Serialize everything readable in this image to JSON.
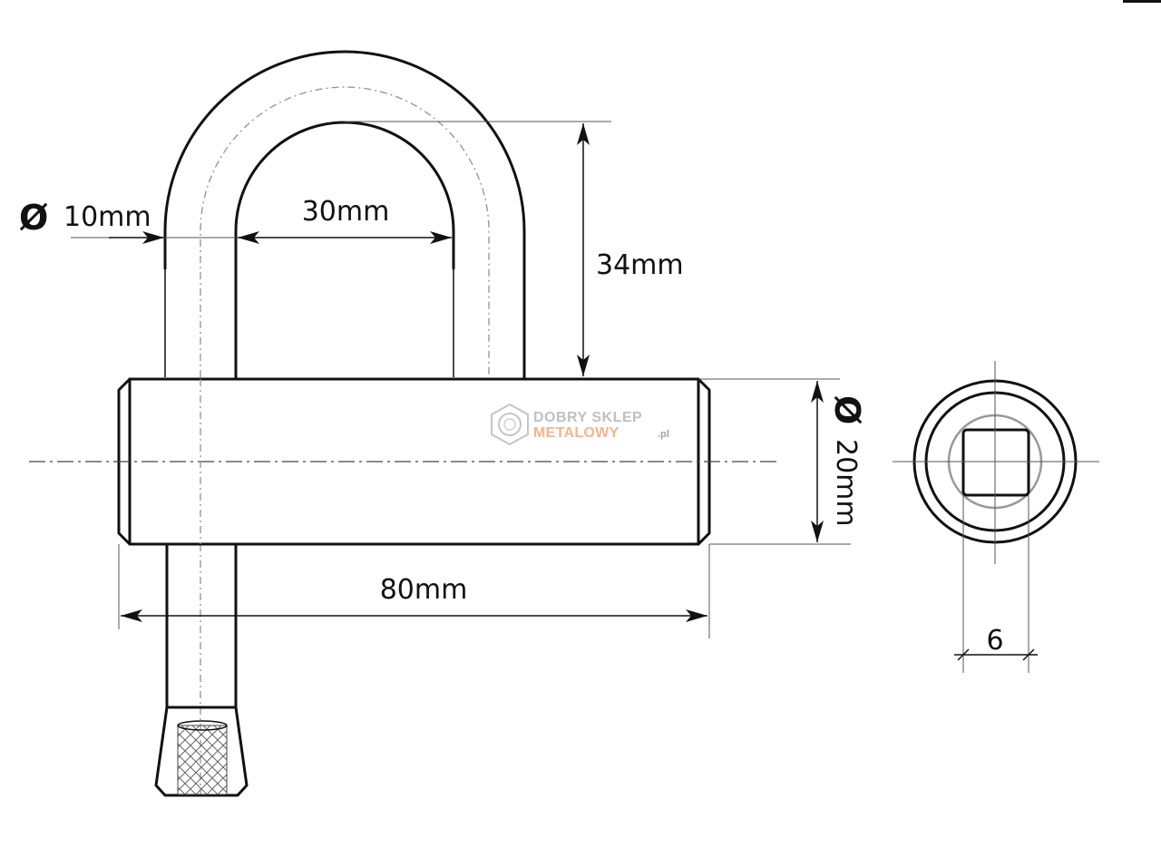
{
  "labels": {
    "diameter_symbol": "Ø",
    "rod_diameter": "10mm",
    "inner_width": "30mm",
    "inner_height": "34mm",
    "body_diameter": "20mm",
    "body_length": "80mm",
    "square_size": "6"
  },
  "watermark": {
    "line1": "DOBRY SKLEP",
    "line2": "METALOWY",
    "suffix": ".pl",
    "accent_color": "#f4b084",
    "gray_color": "#bdbdbd"
  }
}
